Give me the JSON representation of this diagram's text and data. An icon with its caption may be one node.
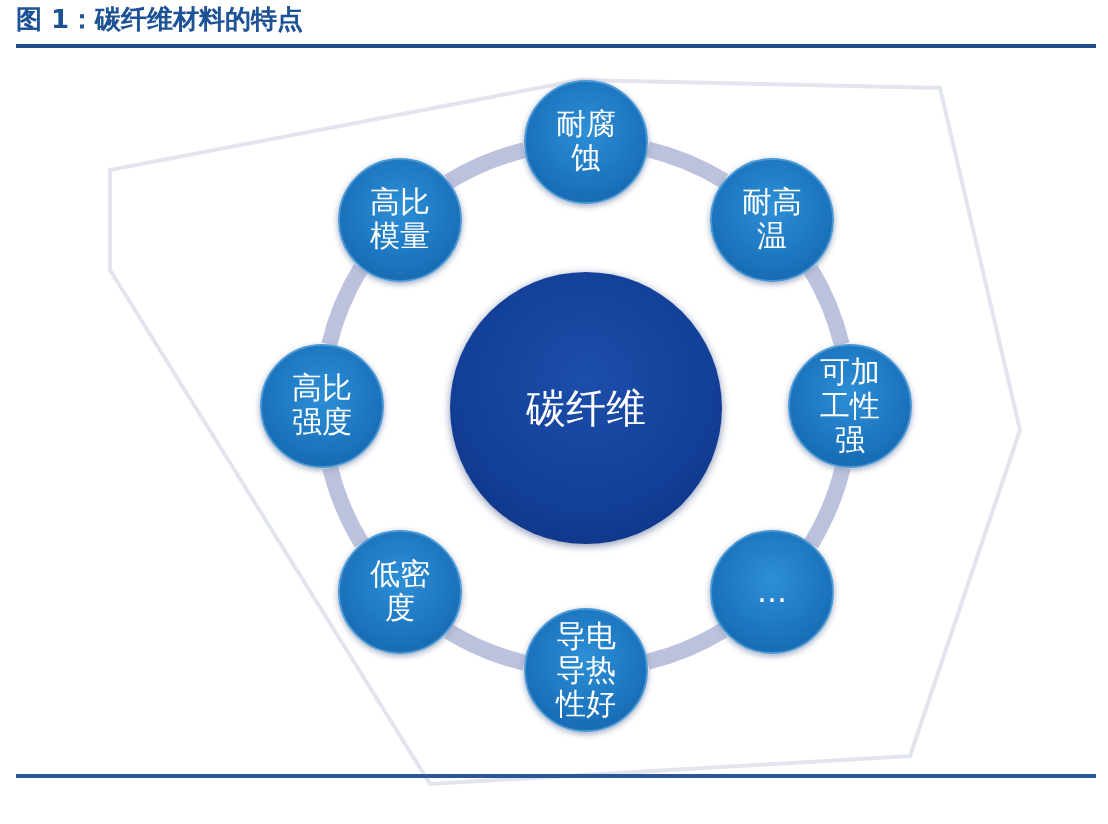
{
  "diagram": {
    "title": "图 1：碳纤维材料的特点",
    "nodes": [
      {
        "text": [
          "碳纤维"
        ]
      },
      {
        "text": [
          "耐腐蚀"
        ]
      },
      {
        "text": [
          "耐高温"
        ]
      },
      {
        "text": [
          "可加工性强"
        ]
      },
      {
        "text": [
          "…"
        ]
      },
      {
        "text": [
          "导电导热性好"
        ]
      },
      {
        "text": [
          "低密度"
        ]
      },
      {
        "text": [
          "高比强度"
        ]
      },
      {
        "text": [
          "高比模量"
        ]
      }
    ],
    "edges": [
      {
        "from": 1,
        "to": 2,
        "arrow": "none"
      },
      {
        "from": 2,
        "to": 3,
        "arrow": "none"
      },
      {
        "from": 3,
        "to": 4,
        "arrow": "none"
      },
      {
        "from": 4,
        "to": 5,
        "arrow": "none"
      },
      {
        "from": 5,
        "to": 6,
        "arrow": "none"
      },
      {
        "from": 6,
        "to": 7,
        "arrow": "none"
      },
      {
        "from": 7,
        "to": 8,
        "arrow": "none"
      },
      {
        "from": 8,
        "to": 1,
        "arrow": "none"
      }
    ]
  }
}
